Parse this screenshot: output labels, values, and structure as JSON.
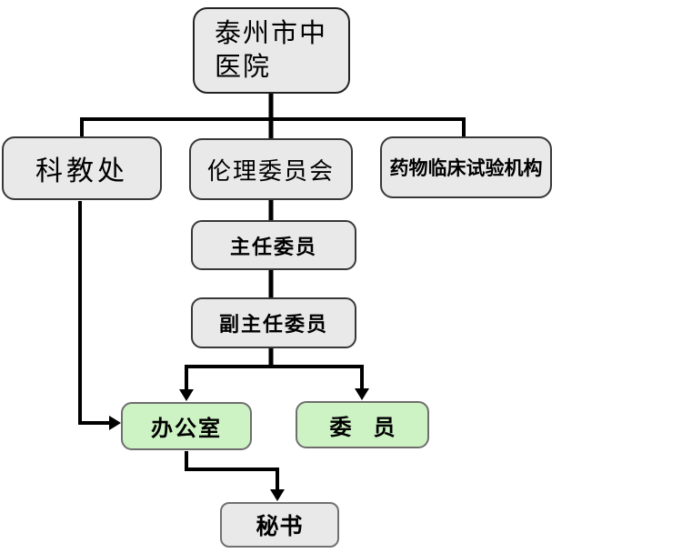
{
  "diagram": {
    "type": "org-chart",
    "nodes": {
      "hospital": {
        "label": "泰州市中医院",
        "fill": "gray"
      },
      "keji": {
        "label": "科教处",
        "fill": "gray"
      },
      "lunli": {
        "label": "伦理委员会",
        "fill": "gray"
      },
      "yaowu": {
        "label": "药物临床试验机构",
        "fill": "gray"
      },
      "zhuren": {
        "label": "主任委员",
        "fill": "gray"
      },
      "fuzhuren": {
        "label": "副主任委员",
        "fill": "gray"
      },
      "bangongshi": {
        "label": "办公室",
        "fill": "green"
      },
      "weiyuan": {
        "label": "委　员",
        "fill": "green"
      },
      "mishu": {
        "label": "秘书",
        "fill": "gray"
      }
    },
    "edges": [
      {
        "from": "hospital",
        "to": "keji",
        "style": "line"
      },
      {
        "from": "hospital",
        "to": "lunli",
        "style": "line"
      },
      {
        "from": "hospital",
        "to": "yaowu",
        "style": "line"
      },
      {
        "from": "lunli",
        "to": "zhuren",
        "style": "line"
      },
      {
        "from": "zhuren",
        "to": "fuzhuren",
        "style": "line"
      },
      {
        "from": "fuzhuren",
        "to": "bangongshi",
        "style": "arrow"
      },
      {
        "from": "fuzhuren",
        "to": "weiyuan",
        "style": "arrow"
      },
      {
        "from": "keji",
        "to": "bangongshi",
        "style": "arrow"
      },
      {
        "from": "bangongshi",
        "to": "mishu",
        "style": "arrow"
      }
    ],
    "colors": {
      "box_fill_gray": "#e9e9e9",
      "box_fill_green": "#cdf2c3",
      "box_border_dark": "#383838",
      "box_border_light": "#717171",
      "connector": "#000000",
      "background": "#ffffff"
    }
  }
}
